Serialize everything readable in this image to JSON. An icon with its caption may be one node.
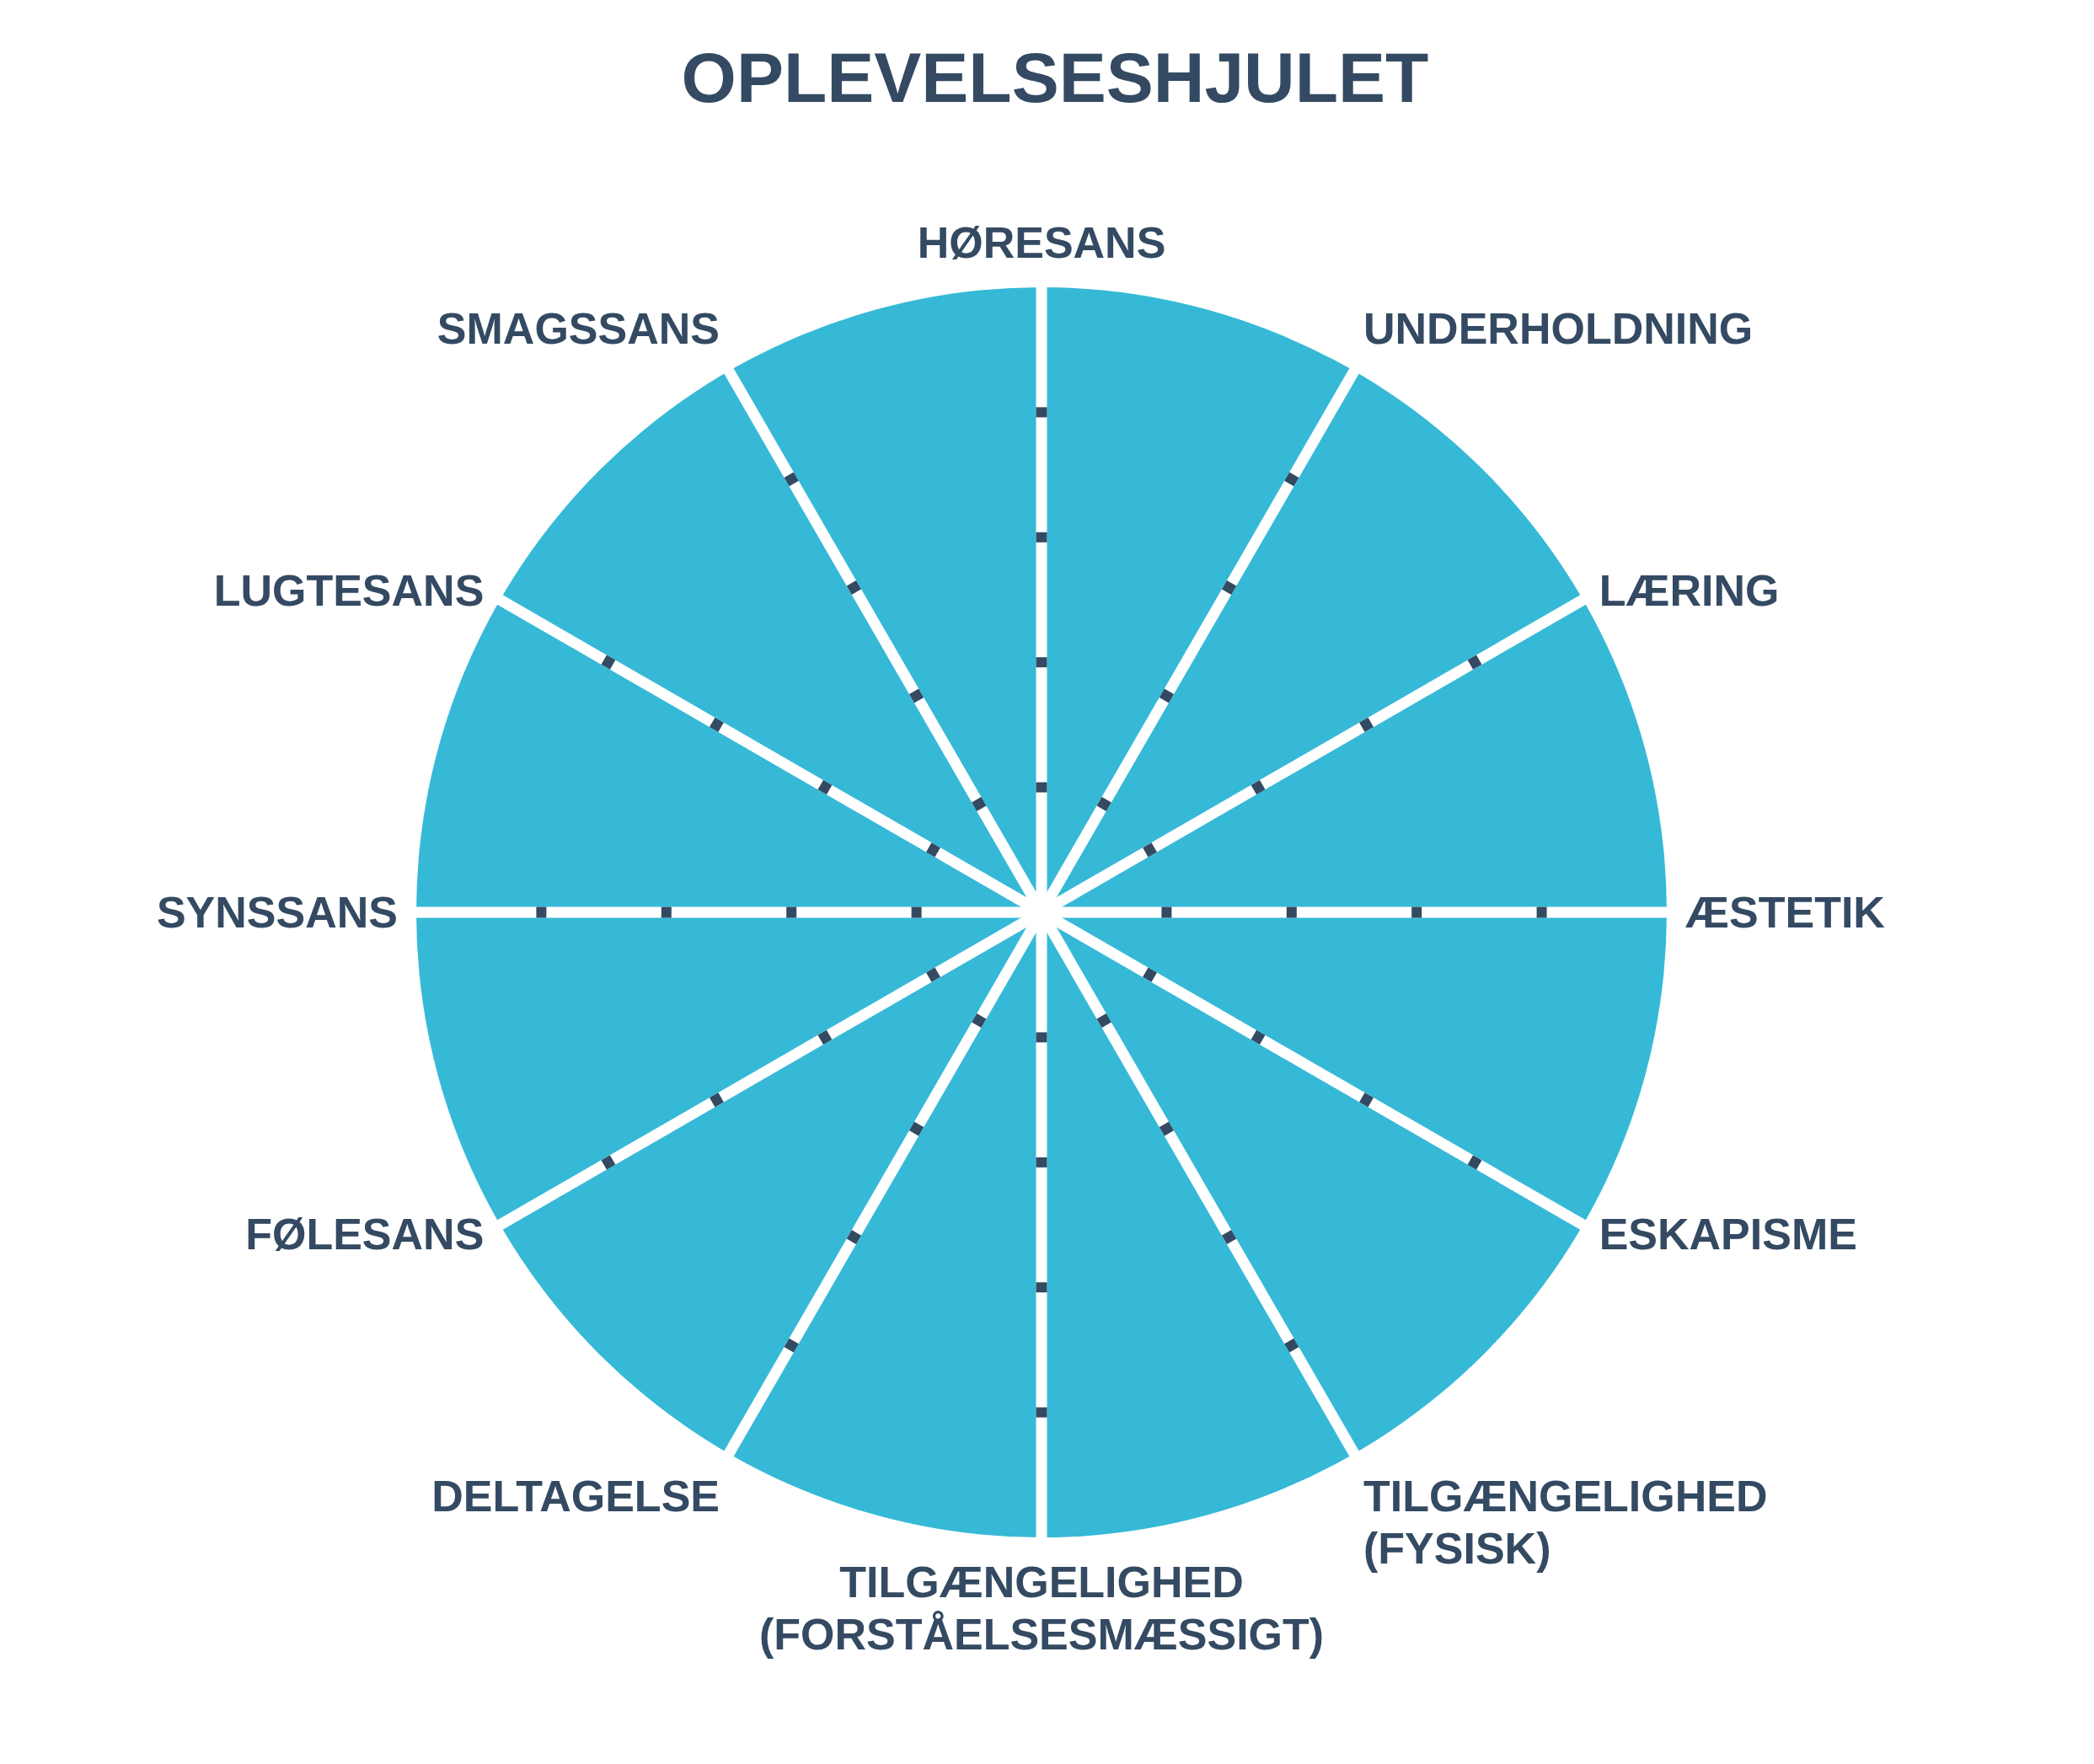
{
  "diagram": {
    "title": "OPLEVELSESHJULET",
    "labels": [
      "HØRESANS",
      "UNDERHOLDNING",
      "LÆRING",
      "ÆSTETIK",
      "ESKAPISME",
      "TILGÆNGELIGHED (FYSISK)",
      "TILGÆNGELIGHED (FORSTÅELSESMÆSSIGT)",
      "DELTAGELSE",
      "FØLESANS",
      "SYNSSANS",
      "LUGTESANS",
      "SMAGSSANS"
    ]
  }
}
